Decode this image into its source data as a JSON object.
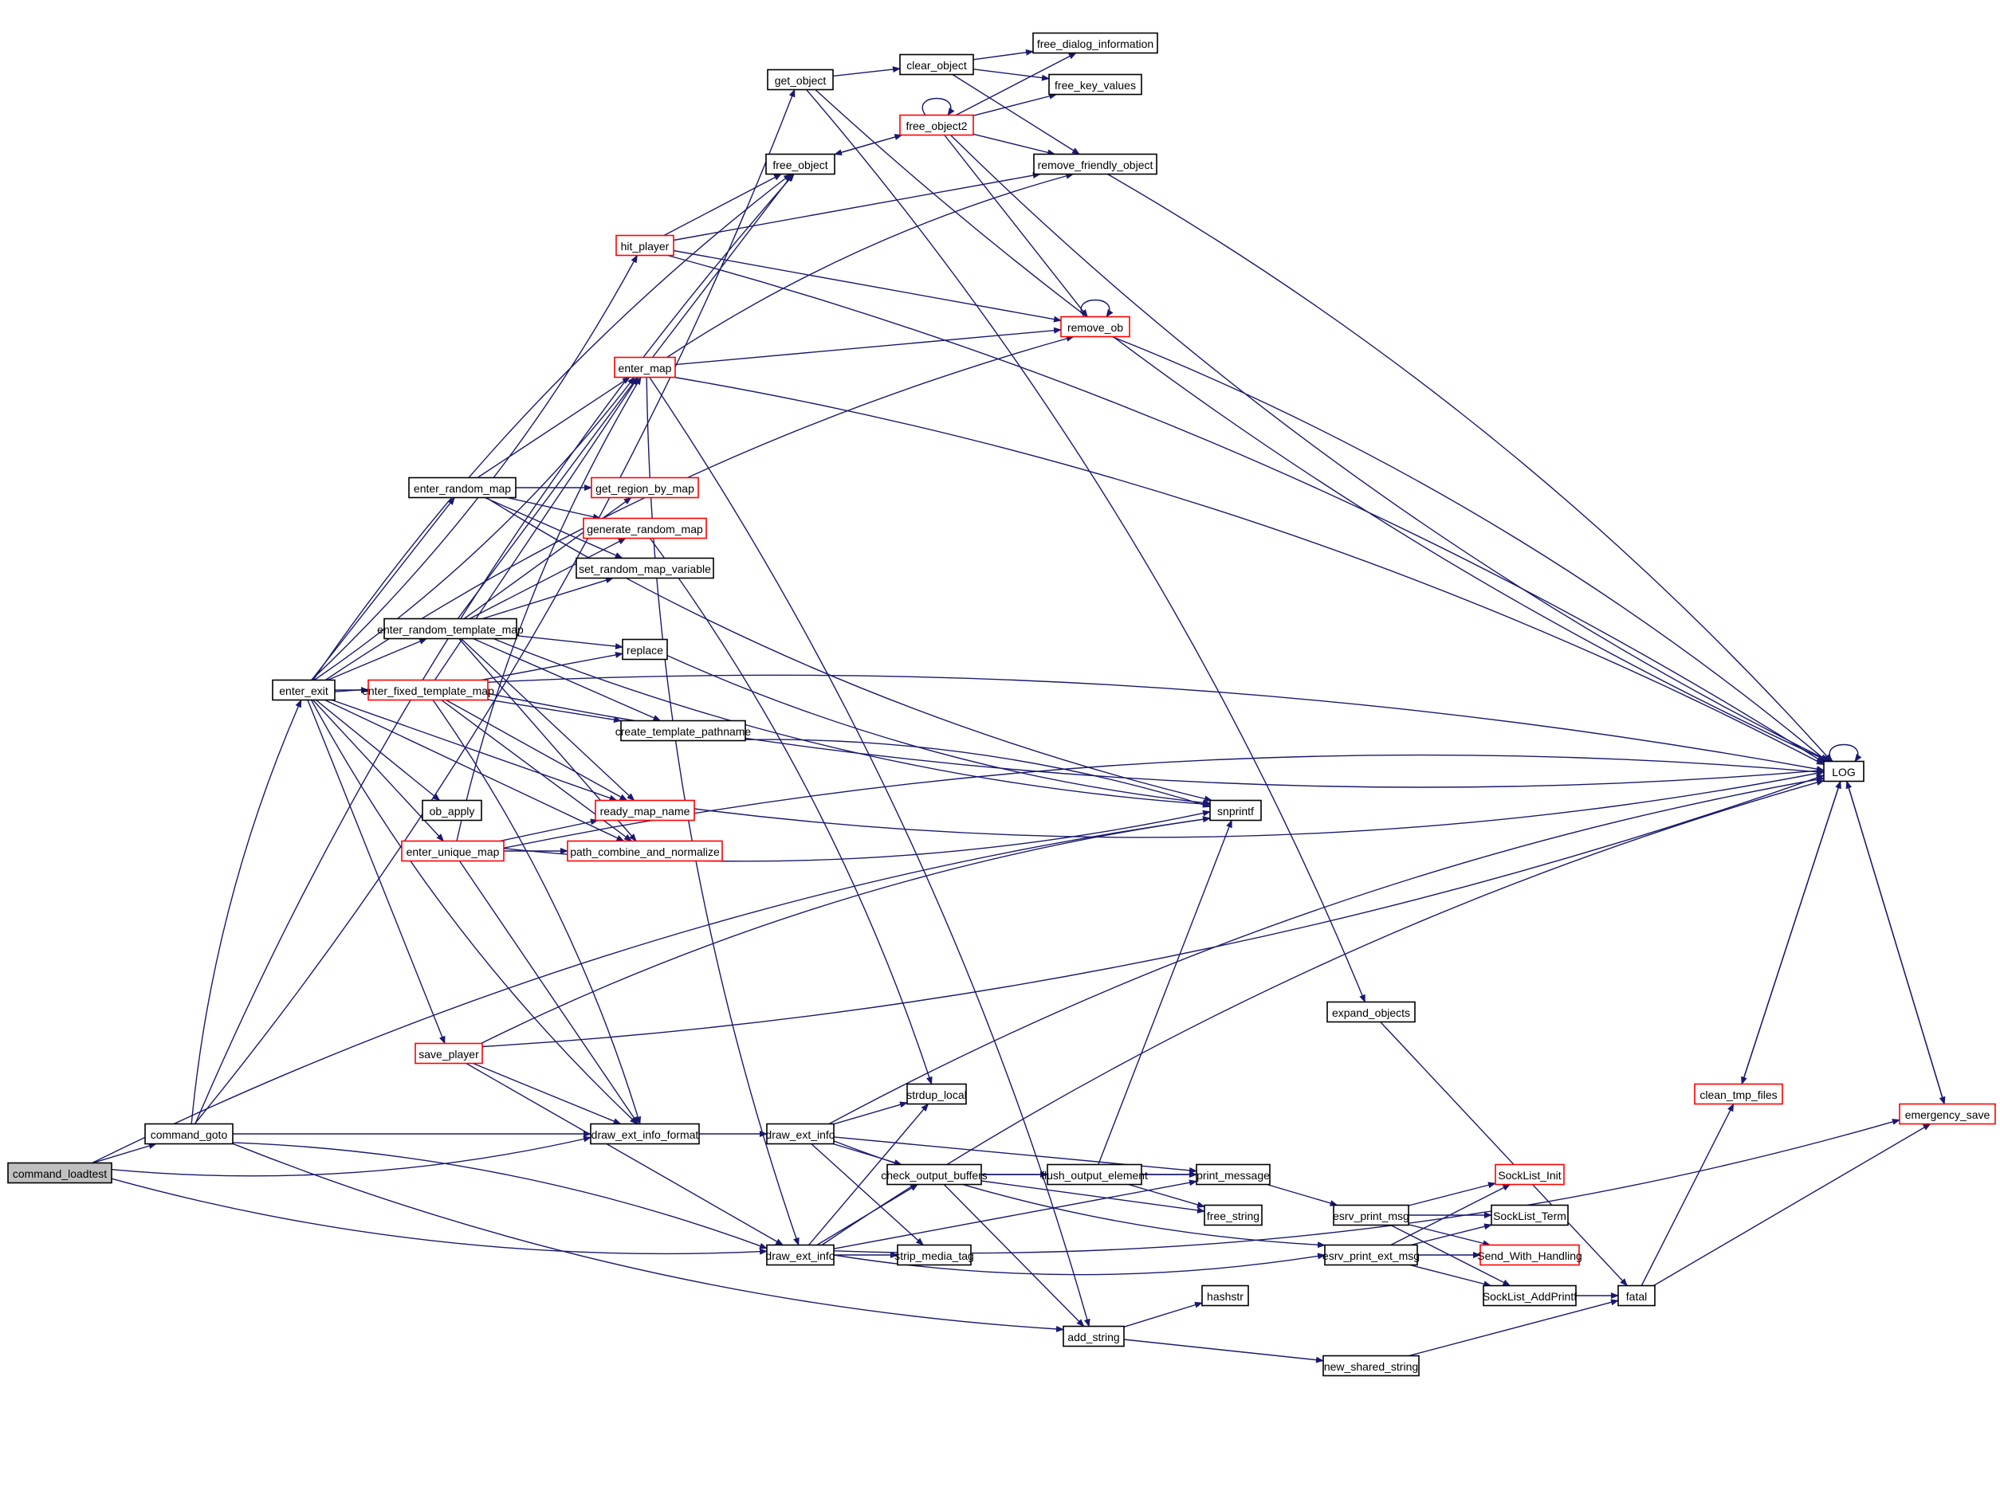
{
  "title": "Call graph of command_loadtest",
  "colors": {
    "edge": "#191970",
    "node_border": "#000000",
    "node_border_truncated": "#ff0000",
    "root_fill": "#bfbfbf"
  },
  "nodes": [
    {
      "id": "command_loadtest",
      "label": "command_loadtest",
      "style": "root"
    },
    {
      "id": "command_goto",
      "label": "command_goto",
      "style": "normal"
    },
    {
      "id": "enter_exit",
      "label": "enter_exit",
      "style": "normal"
    },
    {
      "id": "get_object",
      "label": "get_object",
      "style": "normal"
    },
    {
      "id": "clear_object",
      "label": "clear_object",
      "style": "normal"
    },
    {
      "id": "free_dialog_information",
      "label": "free_dialog_information",
      "style": "normal"
    },
    {
      "id": "free_key_values",
      "label": "free_key_values",
      "style": "normal"
    },
    {
      "id": "free_object2",
      "label": "free_object2",
      "style": "truncated"
    },
    {
      "id": "free_object",
      "label": "free_object",
      "style": "normal"
    },
    {
      "id": "remove_friendly_object",
      "label": "remove_friendly_object",
      "style": "normal"
    },
    {
      "id": "hit_player",
      "label": "hit_player",
      "style": "truncated"
    },
    {
      "id": "remove_ob",
      "label": "remove_ob",
      "style": "truncated"
    },
    {
      "id": "enter_map",
      "label": "enter_map",
      "style": "truncated"
    },
    {
      "id": "enter_random_map",
      "label": "enter_random_map",
      "style": "normal"
    },
    {
      "id": "get_region_by_map",
      "label": "get_region_by_map",
      "style": "truncated"
    },
    {
      "id": "generate_random_map",
      "label": "generate_random_map",
      "style": "truncated"
    },
    {
      "id": "set_random_map_variable",
      "label": "set_random_map_variable",
      "style": "normal"
    },
    {
      "id": "enter_random_template_map",
      "label": "enter_random_template_map",
      "style": "normal"
    },
    {
      "id": "replace",
      "label": "replace",
      "style": "normal"
    },
    {
      "id": "enter_fixed_template_map",
      "label": "enter_fixed_template_map",
      "style": "truncated"
    },
    {
      "id": "create_template_pathname",
      "label": "create_template_pathname",
      "style": "normal"
    },
    {
      "id": "ob_apply",
      "label": "ob_apply",
      "style": "normal"
    },
    {
      "id": "ready_map_name",
      "label": "ready_map_name",
      "style": "truncated"
    },
    {
      "id": "enter_unique_map",
      "label": "enter_unique_map",
      "style": "truncated"
    },
    {
      "id": "path_combine_and_normalize",
      "label": "path_combine_and_normalize",
      "style": "truncated"
    },
    {
      "id": "snprintf",
      "label": "snprintf",
      "style": "normal"
    },
    {
      "id": "LOG",
      "label": "LOG",
      "style": "normal"
    },
    {
      "id": "save_player",
      "label": "save_player",
      "style": "truncated"
    },
    {
      "id": "expand_objects",
      "label": "expand_objects",
      "style": "normal"
    },
    {
      "id": "strdup_local",
      "label": "strdup_local",
      "style": "normal"
    },
    {
      "id": "draw_ext_info_format",
      "label": "draw_ext_info_format",
      "style": "normal"
    },
    {
      "id": "draw_ext_info_a",
      "label": "draw_ext_info",
      "style": "normal"
    },
    {
      "id": "draw_ext_info_b",
      "label": "draw_ext_info",
      "style": "normal"
    },
    {
      "id": "check_output_buffers",
      "label": "check_output_buffers",
      "style": "normal"
    },
    {
      "id": "flush_output_element",
      "label": "flush_output_element",
      "style": "normal"
    },
    {
      "id": "print_message",
      "label": "print_message",
      "style": "normal"
    },
    {
      "id": "free_string",
      "label": "free_string",
      "style": "normal"
    },
    {
      "id": "strip_media_tag",
      "label": "strip_media_tag",
      "style": "normal"
    },
    {
      "id": "esrv_print_msg",
      "label": "esrv_print_msg",
      "style": "normal"
    },
    {
      "id": "esrv_print_ext_msg",
      "label": "esrv_print_ext_msg",
      "style": "normal"
    },
    {
      "id": "SockList_Init",
      "label": "SockList_Init",
      "style": "truncated"
    },
    {
      "id": "SockList_Term",
      "label": "SockList_Term",
      "style": "normal"
    },
    {
      "id": "Send_With_Handling",
      "label": "Send_With_Handling",
      "style": "truncated"
    },
    {
      "id": "SockList_AddPrintf",
      "label": "SockList_AddPrintf",
      "style": "normal"
    },
    {
      "id": "fatal",
      "label": "fatal",
      "style": "normal"
    },
    {
      "id": "clean_tmp_files",
      "label": "clean_tmp_files",
      "style": "truncated"
    },
    {
      "id": "emergency_save",
      "label": "emergency_save",
      "style": "truncated"
    },
    {
      "id": "hashstr",
      "label": "hashstr",
      "style": "normal"
    },
    {
      "id": "add_string",
      "label": "add_string",
      "style": "normal"
    },
    {
      "id": "new_shared_string",
      "label": "new_shared_string",
      "style": "normal"
    }
  ],
  "edges": [
    [
      "command_loadtest",
      "command_goto"
    ],
    [
      "command_loadtest",
      "draw_ext_info_format"
    ],
    [
      "command_loadtest",
      "snprintf"
    ],
    [
      "command_loadtest",
      "draw_ext_info_b"
    ],
    [
      "command_goto",
      "enter_exit"
    ],
    [
      "command_goto",
      "get_object"
    ],
    [
      "command_goto",
      "free_object"
    ],
    [
      "command_goto",
      "draw_ext_info_format"
    ],
    [
      "command_goto",
      "draw_ext_info_b"
    ],
    [
      "command_goto",
      "add_string"
    ],
    [
      "enter_exit",
      "free_object"
    ],
    [
      "enter_exit",
      "hit_player"
    ],
    [
      "enter_exit",
      "remove_ob"
    ],
    [
      "enter_exit",
      "enter_map"
    ],
    [
      "enter_exit",
      "LOG"
    ],
    [
      "enter_exit",
      "enter_random_map"
    ],
    [
      "enter_exit",
      "enter_random_template_map"
    ],
    [
      "enter_exit",
      "enter_fixed_template_map"
    ],
    [
      "enter_exit",
      "ready_map_name"
    ],
    [
      "enter_exit",
      "path_combine_and_normalize"
    ],
    [
      "enter_exit",
      "ob_apply"
    ],
    [
      "enter_exit",
      "enter_unique_map"
    ],
    [
      "enter_exit",
      "save_player"
    ],
    [
      "enter_exit",
      "draw_ext_info_format"
    ],
    [
      "get_object",
      "clear_object"
    ],
    [
      "get_object",
      "LOG"
    ],
    [
      "get_object",
      "expand_objects"
    ],
    [
      "clear_object",
      "free_dialog_information"
    ],
    [
      "clear_object",
      "free_key_values"
    ],
    [
      "clear_object",
      "remove_friendly_object"
    ],
    [
      "free_object",
      "free_object2"
    ],
    [
      "free_object2",
      "free_object"
    ],
    [
      "free_object2",
      "free_object2"
    ],
    [
      "free_object2",
      "free_dialog_information"
    ],
    [
      "free_object2",
      "free_key_values"
    ],
    [
      "free_object2",
      "remove_friendly_object"
    ],
    [
      "free_object2",
      "remove_ob"
    ],
    [
      "free_object2",
      "LOG"
    ],
    [
      "remove_friendly_object",
      "LOG"
    ],
    [
      "hit_player",
      "free_object"
    ],
    [
      "hit_player",
      "remove_friendly_object"
    ],
    [
      "hit_player",
      "remove_ob"
    ],
    [
      "hit_player",
      "LOG"
    ],
    [
      "remove_ob",
      "remove_ob"
    ],
    [
      "remove_ob",
      "LOG"
    ],
    [
      "enter_map",
      "free_object"
    ],
    [
      "enter_map",
      "remove_friendly_object"
    ],
    [
      "enter_map",
      "remove_ob"
    ],
    [
      "enter_map",
      "LOG"
    ],
    [
      "enter_map",
      "draw_ext_info_b"
    ],
    [
      "enter_map",
      "add_string"
    ],
    [
      "enter_random_map",
      "enter_map"
    ],
    [
      "enter_random_map",
      "get_region_by_map"
    ],
    [
      "enter_random_map",
      "generate_random_map"
    ],
    [
      "enter_random_map",
      "set_random_map_variable"
    ],
    [
      "enter_random_map",
      "snprintf"
    ],
    [
      "generate_random_map",
      "strdup_local"
    ],
    [
      "enter_random_template_map",
      "enter_map"
    ],
    [
      "enter_random_template_map",
      "get_region_by_map"
    ],
    [
      "enter_random_template_map",
      "generate_random_map"
    ],
    [
      "enter_random_template_map",
      "set_random_map_variable"
    ],
    [
      "enter_random_template_map",
      "replace"
    ],
    [
      "enter_random_template_map",
      "create_template_pathname"
    ],
    [
      "enter_random_template_map",
      "snprintf"
    ],
    [
      "enter_random_template_map",
      "ready_map_name"
    ],
    [
      "enter_random_template_map",
      "path_combine_and_normalize"
    ],
    [
      "enter_fixed_template_map",
      "enter_map"
    ],
    [
      "enter_fixed_template_map",
      "replace"
    ],
    [
      "enter_fixed_template_map",
      "create_template_pathname"
    ],
    [
      "enter_fixed_template_map",
      "LOG"
    ],
    [
      "enter_fixed_template_map",
      "ready_map_name"
    ],
    [
      "enter_fixed_template_map",
      "path_combine_and_normalize"
    ],
    [
      "enter_fixed_template_map",
      "draw_ext_info_format"
    ],
    [
      "replace",
      "snprintf"
    ],
    [
      "create_template_pathname",
      "snprintf"
    ],
    [
      "ready_map_name",
      "LOG"
    ],
    [
      "enter_unique_map",
      "enter_map"
    ],
    [
      "enter_unique_map",
      "ready_map_name"
    ],
    [
      "enter_unique_map",
      "path_combine_and_normalize"
    ],
    [
      "enter_unique_map",
      "snprintf"
    ],
    [
      "enter_unique_map",
      "LOG"
    ],
    [
      "enter_unique_map",
      "draw_ext_info_format"
    ],
    [
      "save_player",
      "snprintf"
    ],
    [
      "save_player",
      "LOG"
    ],
    [
      "save_player",
      "draw_ext_info_format"
    ],
    [
      "save_player",
      "draw_ext_info_b"
    ],
    [
      "LOG",
      "LOG"
    ],
    [
      "LOG",
      "clean_tmp_files"
    ],
    [
      "LOG",
      "emergency_save"
    ],
    [
      "clean_tmp_files",
      "LOG"
    ],
    [
      "emergency_save",
      "LOG"
    ],
    [
      "expand_objects",
      "fatal"
    ],
    [
      "draw_ext_info_format",
      "draw_ext_info_a"
    ],
    [
      "draw_ext_info_a",
      "strdup_local"
    ],
    [
      "draw_ext_info_a",
      "print_message"
    ],
    [
      "draw_ext_info_a",
      "check_output_buffers"
    ],
    [
      "draw_ext_info_a",
      "strip_media_tag"
    ],
    [
      "draw_ext_info_a",
      "esrv_print_ext_msg"
    ],
    [
      "draw_ext_info_a",
      "LOG"
    ],
    [
      "draw_ext_info_b",
      "strdup_local"
    ],
    [
      "draw_ext_info_b",
      "check_output_buffers"
    ],
    [
      "draw_ext_info_b",
      "strip_media_tag"
    ],
    [
      "draw_ext_info_b",
      "print_message"
    ],
    [
      "draw_ext_info_b",
      "esrv_print_ext_msg"
    ],
    [
      "draw_ext_info_b",
      "LOG"
    ],
    [
      "draw_ext_info_b",
      "emergency_save"
    ],
    [
      "check_output_buffers",
      "flush_output_element"
    ],
    [
      "check_output_buffers",
      "print_message"
    ],
    [
      "check_output_buffers",
      "free_string"
    ],
    [
      "check_output_buffers",
      "add_string"
    ],
    [
      "flush_output_element",
      "print_message"
    ],
    [
      "flush_output_element",
      "free_string"
    ],
    [
      "flush_output_element",
      "snprintf"
    ],
    [
      "print_message",
      "esrv_print_msg"
    ],
    [
      "esrv_print_msg",
      "SockList_Init"
    ],
    [
      "esrv_print_msg",
      "SockList_Term"
    ],
    [
      "esrv_print_msg",
      "Send_With_Handling"
    ],
    [
      "esrv_print_msg",
      "SockList_AddPrintf"
    ],
    [
      "esrv_print_ext_msg",
      "SockList_Init"
    ],
    [
      "esrv_print_ext_msg",
      "SockList_Term"
    ],
    [
      "esrv_print_ext_msg",
      "Send_With_Handling"
    ],
    [
      "esrv_print_ext_msg",
      "SockList_AddPrintf"
    ],
    [
      "SockList_AddPrintf",
      "fatal"
    ],
    [
      "fatal",
      "clean_tmp_files"
    ],
    [
      "fatal",
      "emergency_save"
    ],
    [
      "add_string",
      "hashstr"
    ],
    [
      "add_string",
      "new_shared_string"
    ],
    [
      "new_shared_string",
      "fatal"
    ]
  ]
}
